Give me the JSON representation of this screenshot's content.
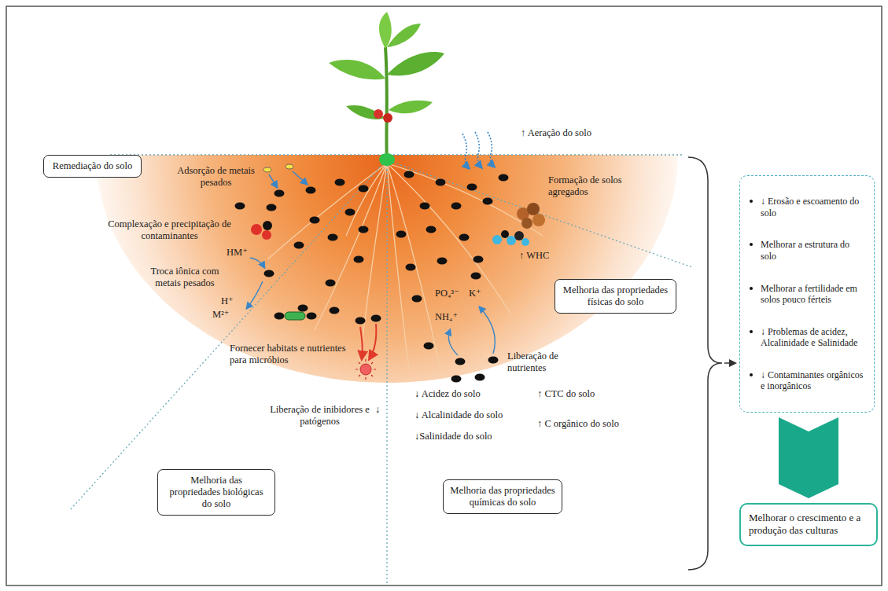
{
  "diagram": {
    "nodes": [
      {
        "text": [
          "Remediação do solo"
        ]
      },
      {
        "text": [
          "Melhoria das propriedades físicas do solo"
        ]
      },
      {
        "text": [
          "Melhoria das propriedades biológicas do solo"
        ]
      },
      {
        "text": [
          "Melhoria das propriedades químicas do solo"
        ]
      },
      {
        "text": [
          "↓ Erosão e escoamento do solo",
          "Melhorar a estrutura do solo",
          "Melhorar a fertilidade em solos pouco férteis",
          "↓ Problemas de acidez, Alcalinidade e Salinidade",
          "↓ Contaminantes orgânicos e inorgânicos"
        ]
      },
      {
        "text": [
          "Melhorar o crescimento e a produção das culturas"
        ]
      }
    ],
    "edges": [
      {
        "from": 4,
        "to": 5,
        "arrow": "to"
      }
    ],
    "labels": [
      "↑ Aeração do solo",
      "Adsorção de metais pesados",
      "Formação de solos agregados",
      "Complexação e precipitação de contaminantes",
      "HM⁺",
      "Troca iônica com metais pesados",
      "↑ WHC",
      "PO₄³⁻",
      "K⁺",
      "H⁺",
      "M²⁺",
      "NH₄⁺",
      "Fornecer habitats e nutrientes para micróbios",
      "Liberação de nutrientes",
      "Liberação de inibidores e patógenos",
      "↓",
      "↓ Acidez do solo",
      "↑ CTC do solo",
      "↓ Alcalinidade do solo",
      "↑ C orgânico do solo",
      "↓Salinidade do solo"
    ]
  }
}
